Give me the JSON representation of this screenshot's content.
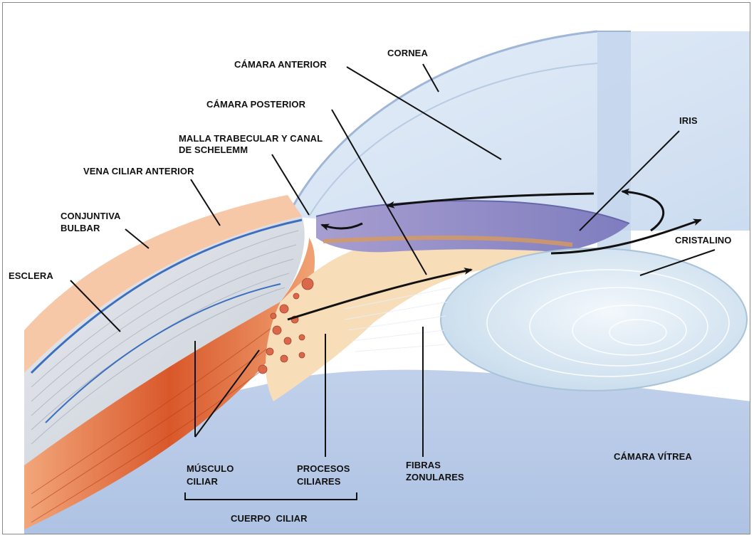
{
  "labels": {
    "cornea": "CORNEA",
    "camara_anterior": "CÁMARA ANTERIOR",
    "camara_posterior": "CÁMARA POSTERIOR",
    "malla_line1": "MALLA TRABECULAR Y CANAL",
    "malla_line2": "DE SCHELEMM",
    "vena_ciliar_anterior": "VENA CILIAR ANTERIOR",
    "conjuntiva_line1": "CONJUNTIVA",
    "conjuntiva_line2": "BULBAR",
    "esclera": "ESCLERA",
    "iris": "IRIS",
    "cristalino": "CRISTALINO",
    "musculo_line1": "MÚSCULO",
    "musculo_line2": "CILIAR",
    "procesos_line1": "PROCESOS",
    "procesos_line2": "CILIARES",
    "fibras_line1": "FIBRAS",
    "fibras_line2": "ZONULARES",
    "camara_vitrea": "CÁMARA VÍTREA",
    "cuerpo_ciliar": "CUERPO  CILIAR"
  }
}
